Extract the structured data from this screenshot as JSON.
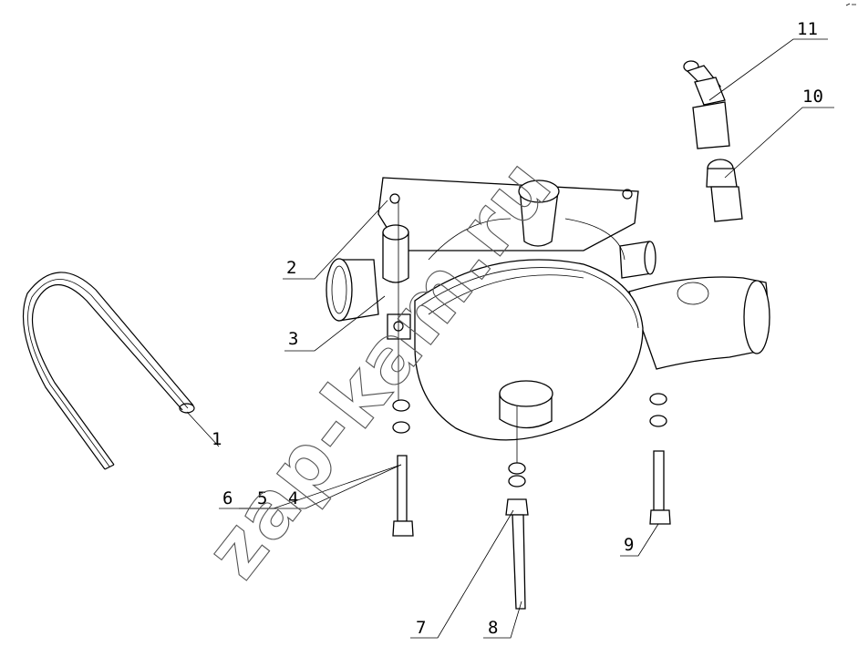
{
  "callouts": [
    "1",
    "2",
    "3",
    "4",
    "5",
    "6",
    "7",
    "8",
    "9",
    "10",
    "11"
  ],
  "watermark": "zap-kam.ru"
}
